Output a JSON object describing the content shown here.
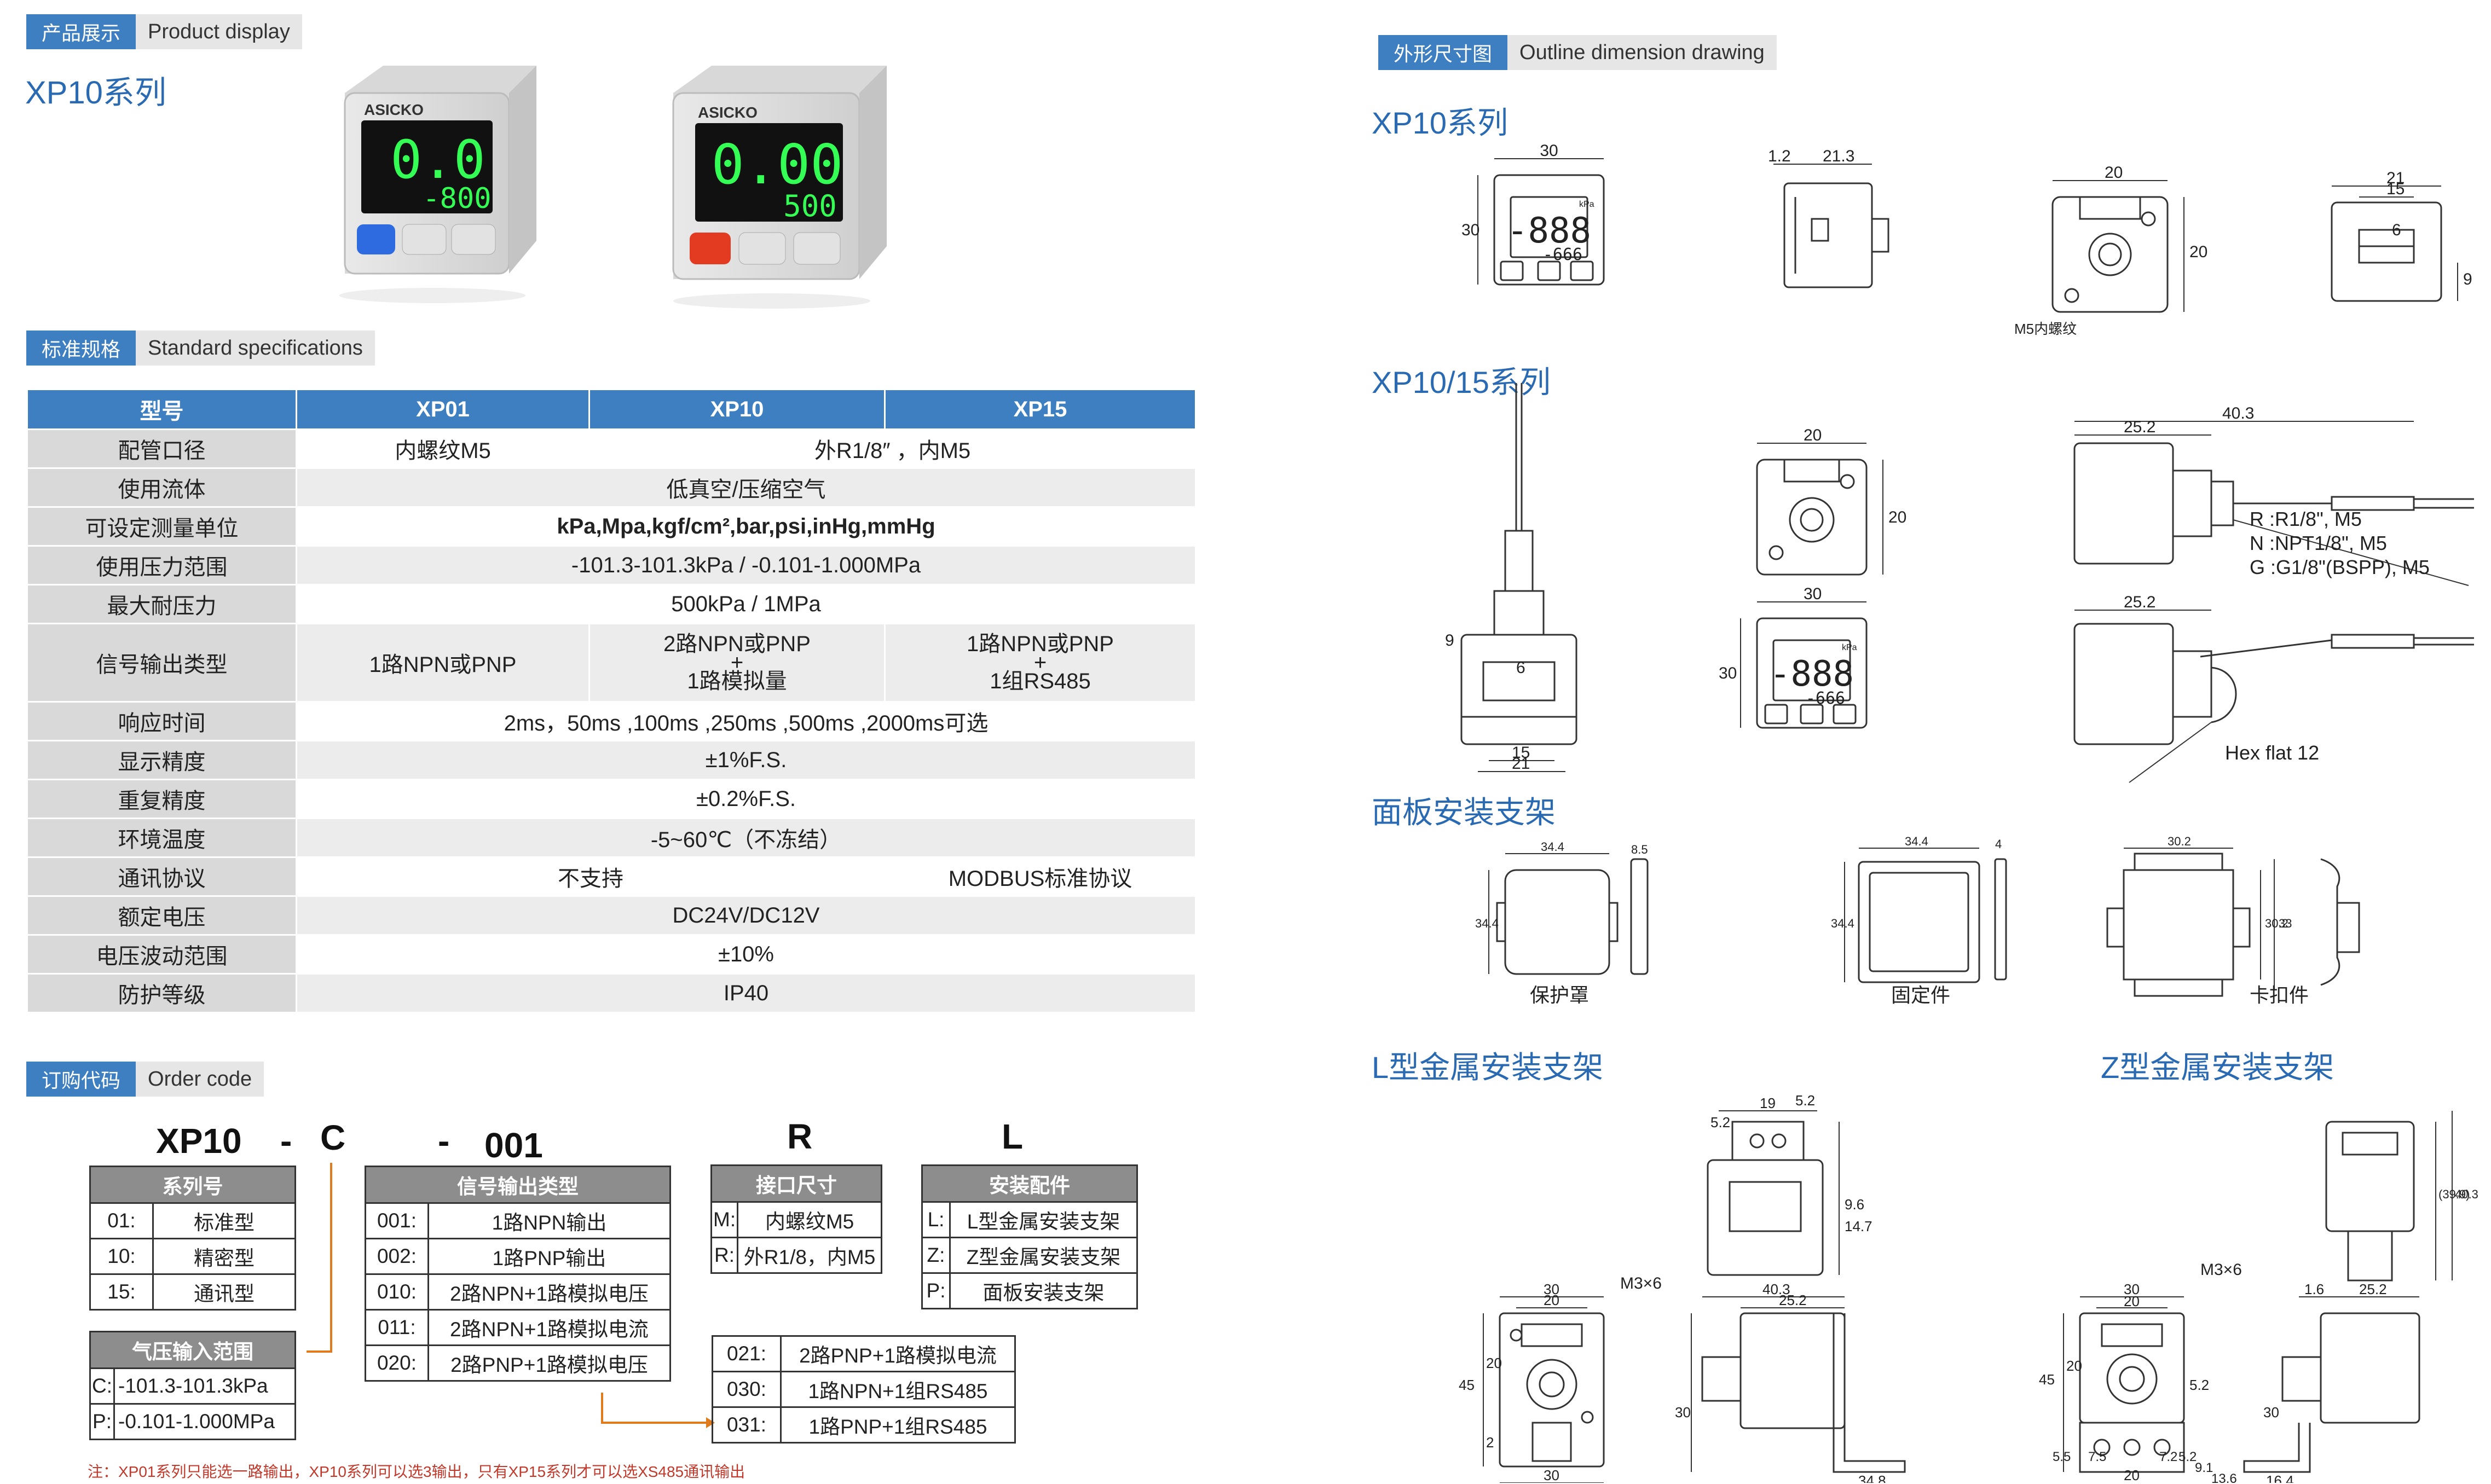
{
  "left": {
    "product_tag": {
      "cn": "产品展示",
      "en": "Product display"
    },
    "product_series": "XP10系列",
    "device1": {
      "brand": "ASICKO",
      "main": "0.0",
      "sub": "-800"
    },
    "device2": {
      "brand": "ASICKO",
      "main": "0.00",
      "sub": "500"
    },
    "spec_tag": {
      "cn": "标准规格",
      "en": "Standard specifications"
    },
    "spec": {
      "headers": [
        "型号",
        "XP01",
        "XP10",
        "XP15"
      ],
      "port": {
        "label": "配管口径",
        "xp01": "内螺纹M5",
        "xp10_15": "外R1/8″ ，内M5"
      },
      "fluid": {
        "label": "使用流体",
        "value": "低真空/压缩空气"
      },
      "unit": {
        "label": "可设定测量单位",
        "value": "kPa,Mpa,kgf/cm²,bar,psi,inHg,mmHg"
      },
      "range": {
        "label": "使用压力范围",
        "value": "-101.3-101.3kPa / -0.101-1.000MPa"
      },
      "max": {
        "label": "最大耐压力",
        "value": "500kPa / 1MPa"
      },
      "output": {
        "label": "信号输出类型",
        "xp01": "1路NPN或PNP",
        "xp10_a": "2路NPN或PNP",
        "xp10_b": "1路模拟量",
        "xp15_a": "1路NPN或PNP",
        "xp15_b": "1组RS485",
        "plus": "+"
      },
      "resp": {
        "label": "响应时间",
        "value": "2ms，50ms ,100ms ,250ms ,500ms ,2000ms可选"
      },
      "disp": {
        "label": "显示精度",
        "value": "±1%F.S."
      },
      "rep": {
        "label": "重复精度",
        "value": "±0.2%F.S."
      },
      "temp": {
        "label": "环境温度",
        "value": "-5~60℃（不冻结）"
      },
      "comm": {
        "label": "通讯协议",
        "xp01_10": "不支持",
        "xp15": "MODBUS标准协议"
      },
      "volt": {
        "label": "额定电压",
        "value": "DC24V/DC12V"
      },
      "ripple": {
        "label": "电压波动范围",
        "value": "±10%"
      },
      "ip": {
        "label": "防护等级",
        "value": "IP40"
      }
    },
    "order_tag": {
      "cn": "订购代码",
      "en": "Order code"
    },
    "order": {
      "code_series": "XP10",
      "dash1": "-",
      "code_c": "C",
      "dash2": "-",
      "code_001": "001",
      "code_r": "R",
      "code_l": "L",
      "series_table": {
        "title": "系列号",
        "rows": [
          [
            "01:",
            "标准型"
          ],
          [
            "10:",
            "精密型"
          ],
          [
            "15:",
            "通讯型"
          ]
        ]
      },
      "pressure_table": {
        "title": "气压输入范围",
        "rows": [
          [
            "C:",
            "-101.3-101.3kPa"
          ],
          [
            "P:",
            "-0.101-1.000MPa"
          ]
        ]
      },
      "signal_table": {
        "title": "信号输出类型",
        "rows": [
          [
            "001:",
            "1路NPN输出"
          ],
          [
            "002:",
            "1路PNP输出"
          ],
          [
            "010:",
            "2路NPN+1路模拟电压"
          ],
          [
            "011:",
            "2路NPN+1路模拟电流"
          ],
          [
            "020:",
            "2路PNP+1路模拟电压"
          ]
        ]
      },
      "signal_table2": {
        "rows": [
          [
            "021:",
            "2路PNP+1路模拟电流"
          ],
          [
            "030:",
            "1路NPN+1组RS485"
          ],
          [
            "031:",
            "1路PNP+1组RS485"
          ]
        ]
      },
      "port_table": {
        "title": "接口尺寸",
        "rows": [
          [
            "M:",
            "内螺纹M5"
          ],
          [
            "R:",
            "外R1/8，内M5"
          ]
        ]
      },
      "mount_table": {
        "title": "安装配件",
        "rows": [
          [
            "L:",
            "L型金属安装支架"
          ],
          [
            "Z:",
            "Z型金属安装支架"
          ],
          [
            "P:",
            "面板安装支架"
          ]
        ]
      },
      "note": "注：XP01系列只能选一路输出，XP10系列可以选3输出，只有XP15系列才可以选XS485通讯输出"
    }
  },
  "right": {
    "outline_tag": {
      "cn": "外形尺寸图",
      "en": "Outline dimension drawing"
    },
    "xp10_title": "XP10系列",
    "xp10_dims": {
      "w30": "30",
      "h30": "30",
      "d12": "1.2",
      "d213": "21.3",
      "b20": "20",
      "b20v": "20",
      "m5": "M5内螺纹",
      "s21": "21",
      "s15": "15",
      "s6": "6",
      "s9": "9"
    },
    "display": {
      "main": "-888",
      "sub": "-666",
      "unit": "kPa"
    },
    "xp1015_title": "XP10/15系列",
    "xp1015_dims": {
      "c9": "9",
      "c6": "6",
      "c15": "15",
      "c21": "21",
      "t20": "20",
      "t20v": "20",
      "f30": "30",
      "f30v": "30",
      "s403": "40.3",
      "s252": "25.2",
      "s252b": "25.2"
    },
    "thread_notes": [
      "R  :R1/8\", M5",
      "N  :NPT1/8\", M5",
      "G  :G1/8\"(BSPP), M5"
    ],
    "hex": "Hex flat 12",
    "panel_title": "面板安装支架",
    "panel_dims": {
      "a344": "34.4",
      "a344v": "34.4",
      "a85": "8.5",
      "b344": "34.4",
      "b344v": "34.4",
      "b4": "4",
      "c302": "30.2",
      "c302v": "30.2",
      "c33": "33"
    },
    "panel_labels": [
      "保护罩",
      "固定件",
      "卡扣件"
    ],
    "l_title": "L型金属安装支架",
    "z_title": "Z型金属安装支架",
    "l_dims": {
      "l19": "19",
      "l52": "5.2",
      "l52b": "5.2",
      "l96": "9.6",
      "l147": "14.7",
      "m36": "M3×6",
      "l30": "30",
      "l20": "20",
      "l45": "45",
      "l20v": "20",
      "l2": "2",
      "l30b": "30",
      "l403": "40.3",
      "l252": "25.2",
      "l30v": "30",
      "l348": "34.8"
    },
    "z_dims": {
      "z399": "(39.9)",
      "z403": "40.3",
      "m36": "M3×6",
      "z30": "30",
      "z20": "20",
      "z45": "45",
      "z20v": "20",
      "z52": "5.2",
      "z55": "5.5",
      "z75": "7.5",
      "z72": "7.2",
      "z52b": "5.2",
      "z91": "9.1",
      "z136": "13.6",
      "z20b": "20",
      "z16": "1.6",
      "z252": "25.2",
      "z30v": "30",
      "z164": "16.4"
    }
  }
}
